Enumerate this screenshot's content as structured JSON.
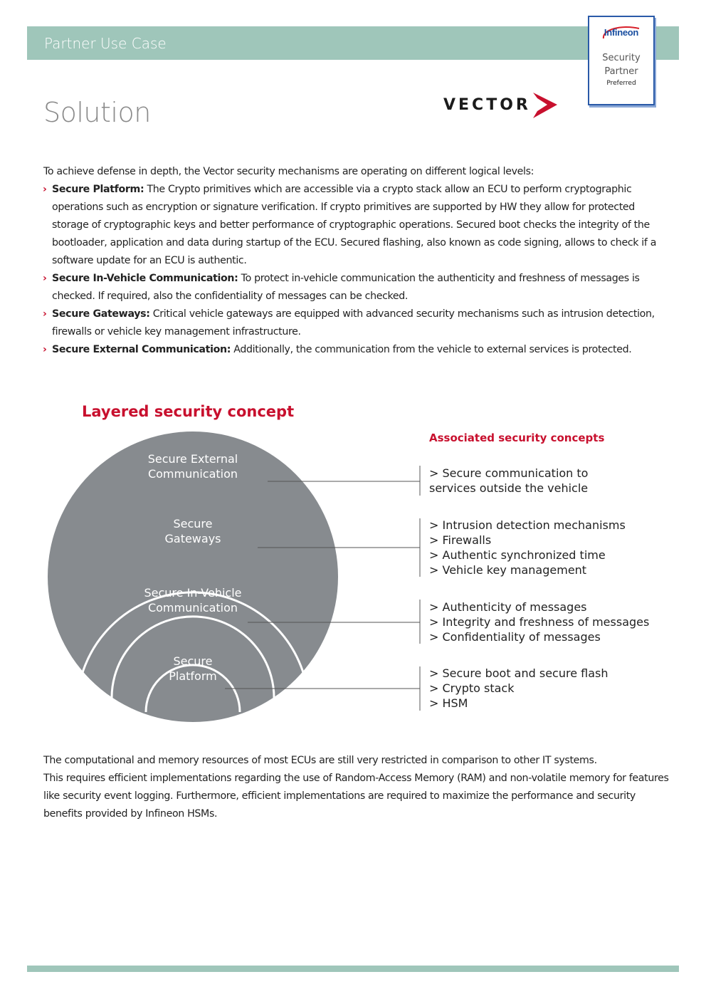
{
  "header": {
    "band_title": "Partner Use Case",
    "badge": {
      "logo_text": "Infineon",
      "line1": "Security",
      "line2": "Partner",
      "line3": "Preferred"
    }
  },
  "page": {
    "title": "Solution",
    "partner_logo_text": "VECTOR"
  },
  "intro": {
    "lead": "To achieve defense in depth, the Vector security mechanisms are operating on different logical levels:",
    "bullets": [
      {
        "term": "Secure Platform:",
        "text": " The Crypto primitives which are accessible via a crypto stack allow an ECU to perform cryptographic operations such as encryption or signature verification. If crypto primitives are supported by HW they allow for protected storage of cryptographic keys and better performance of cryptographic operations. Secured boot checks the integrity of the bootloader, application and data during startup of the ECU. Secured flashing, also known as code signing, allows to check if a software update for an ECU is authentic."
      },
      {
        "term": "Secure In-Vehicle Communication:",
        "text": " To protect in-vehicle communication the authenticity and freshness of messages is checked. If required, also the confidentiality of messages can be checked."
      },
      {
        "term": "Secure Gateways:",
        "text": " Critical vehicle gateways are equipped with advanced security mechanisms such as intrusion detection, firewalls or vehicle key management infrastructure."
      },
      {
        "term": "Secure External Communication:",
        "text": " Additionally, the communication from the vehicle to external services is protected."
      }
    ]
  },
  "diagram": {
    "title": "Layered security concept",
    "right_title": "Associated security concepts",
    "layers": [
      {
        "line1": "Secure External",
        "line2": "Communication"
      },
      {
        "line1": "Secure",
        "line2": "Gateways"
      },
      {
        "line1": "Secure In-Vehicle",
        "line2": "Communication"
      },
      {
        "line1": "Secure",
        "line2": "Platform"
      }
    ],
    "concepts": [
      [
        "> Secure communication to",
        "   services outside the vehicle"
      ],
      [
        "> Intrusion detection mechanisms",
        "> Firewalls",
        "> Authentic synchronized time",
        "> Vehicle key management"
      ],
      [
        "> Authenticity of messages",
        "> Integrity and freshness of messages",
        "> Confidentiality of messages"
      ],
      [
        "> Secure boot and secure flash",
        "> Crypto stack",
        "> HSM"
      ]
    ],
    "colors": {
      "circle": "#878b8f",
      "accent": "#c8102e",
      "line": "#555555"
    }
  },
  "closing": {
    "lines": [
      "The computational and memory resources of most ECUs are still very restricted in comparison to other IT systems.",
      "This requires efficient implementations regarding the use of Random-Access Memory (RAM) and non-volatile memory for features like security event logging. Furthermore, efficient implementations are required to maximize the performance and security benefits provided by Infineon HSMs."
    ]
  }
}
